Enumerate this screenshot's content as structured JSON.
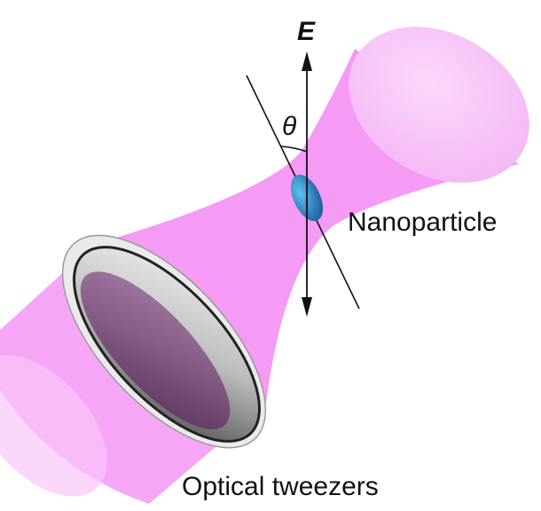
{
  "labels": {
    "field": "E",
    "angle": "θ",
    "particle": "Nanoparticle",
    "tweezers": "Optical tweezers"
  },
  "colors": {
    "beam": "#f59af5",
    "beam_light": "#f8c4f8",
    "particle": "#2f8fd0",
    "lens_rim": "#e8e8e8",
    "lens_dark": "#6a3a6a"
  }
}
